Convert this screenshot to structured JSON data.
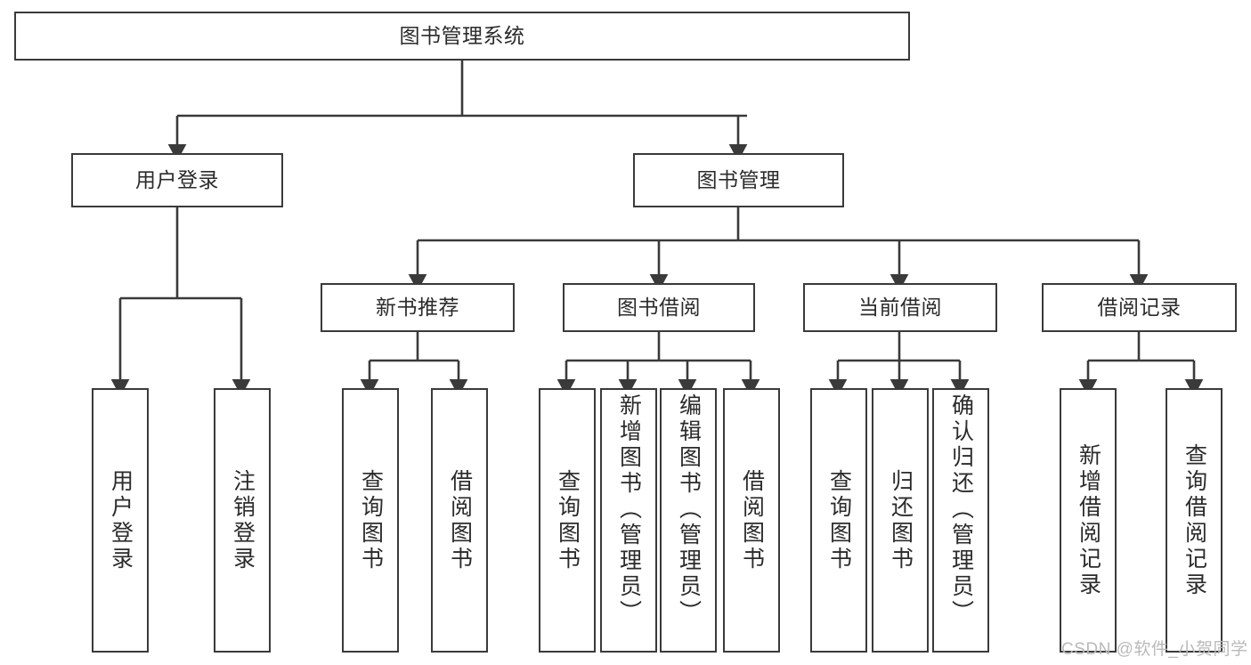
{
  "diagram": {
    "title": "图书管理系统",
    "type": "tree-hierarchy-diagram",
    "watermark": "CSDN @软件_小贺同学",
    "colors": {
      "box_border": "#3a3a3a",
      "box_fill": "#ffffff",
      "text": "#2b2b2b",
      "edge": "#3a3a3a",
      "watermark": "#b9b9b9",
      "background": "#ffffff"
    },
    "levels": {
      "root": {
        "label": "图书管理系统"
      },
      "level1": [
        {
          "label": "用户登录"
        },
        {
          "label": "图书管理"
        }
      ],
      "level2": [
        {
          "label": "新书推荐"
        },
        {
          "label": "图书借阅"
        },
        {
          "label": "当前借阅"
        },
        {
          "label": "借阅记录"
        }
      ],
      "leaves": {
        "user_login": [
          {
            "label": "用户登录"
          },
          {
            "label": "注销登录"
          }
        ],
        "new_book_recommend": [
          {
            "label": "查询图书"
          },
          {
            "label": "借阅图书"
          }
        ],
        "book_borrow": [
          {
            "label": "查询图书"
          },
          {
            "label": "新增图书（管理员）"
          },
          {
            "label": "编辑图书（管理员）"
          },
          {
            "label": "借阅图书"
          }
        ],
        "current_borrow": [
          {
            "label": "查询图书"
          },
          {
            "label": "归还图书"
          },
          {
            "label": "确认归还（管理员）"
          }
        ],
        "borrow_record": [
          {
            "label": "新增借阅记录"
          },
          {
            "label": "查询借阅记录"
          }
        ]
      }
    }
  }
}
